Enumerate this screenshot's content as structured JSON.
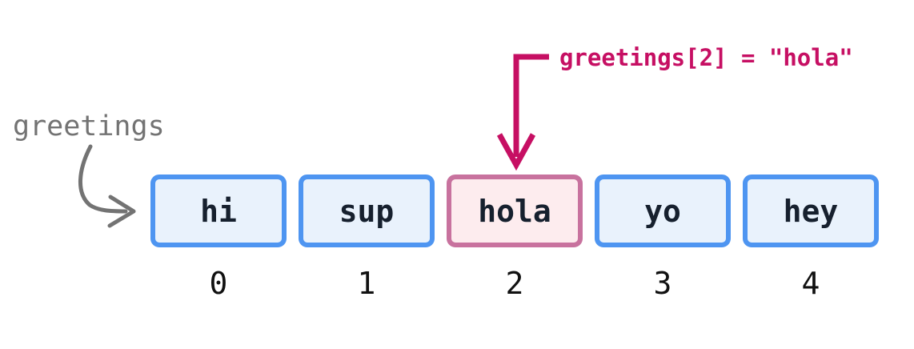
{
  "diagram": {
    "title_meaning": "array indexing illustration",
    "variable_label": "greetings",
    "annotation_text": "greetings[2] = \"hola\"",
    "array": {
      "items": [
        {
          "value": "hi",
          "index": "0",
          "highlighted": false
        },
        {
          "value": "sup",
          "index": "1",
          "highlighted": false
        },
        {
          "value": "hola",
          "index": "2",
          "highlighted": true
        },
        {
          "value": "yo",
          "index": "3",
          "highlighted": false
        },
        {
          "value": "hey",
          "index": "4",
          "highlighted": false
        }
      ],
      "highlighted_index": 2
    },
    "colors": {
      "cell_border": "#4E95F1",
      "cell_fill": "#E9F2FC",
      "highlight_border": "#C8729E",
      "highlight_fill": "#FDECEE",
      "annotation_accent": "#C60F63",
      "label_gray": "#737373",
      "cell_text": "#16202E",
      "index_text": "#111111",
      "background": "#FFFFFF"
    }
  }
}
